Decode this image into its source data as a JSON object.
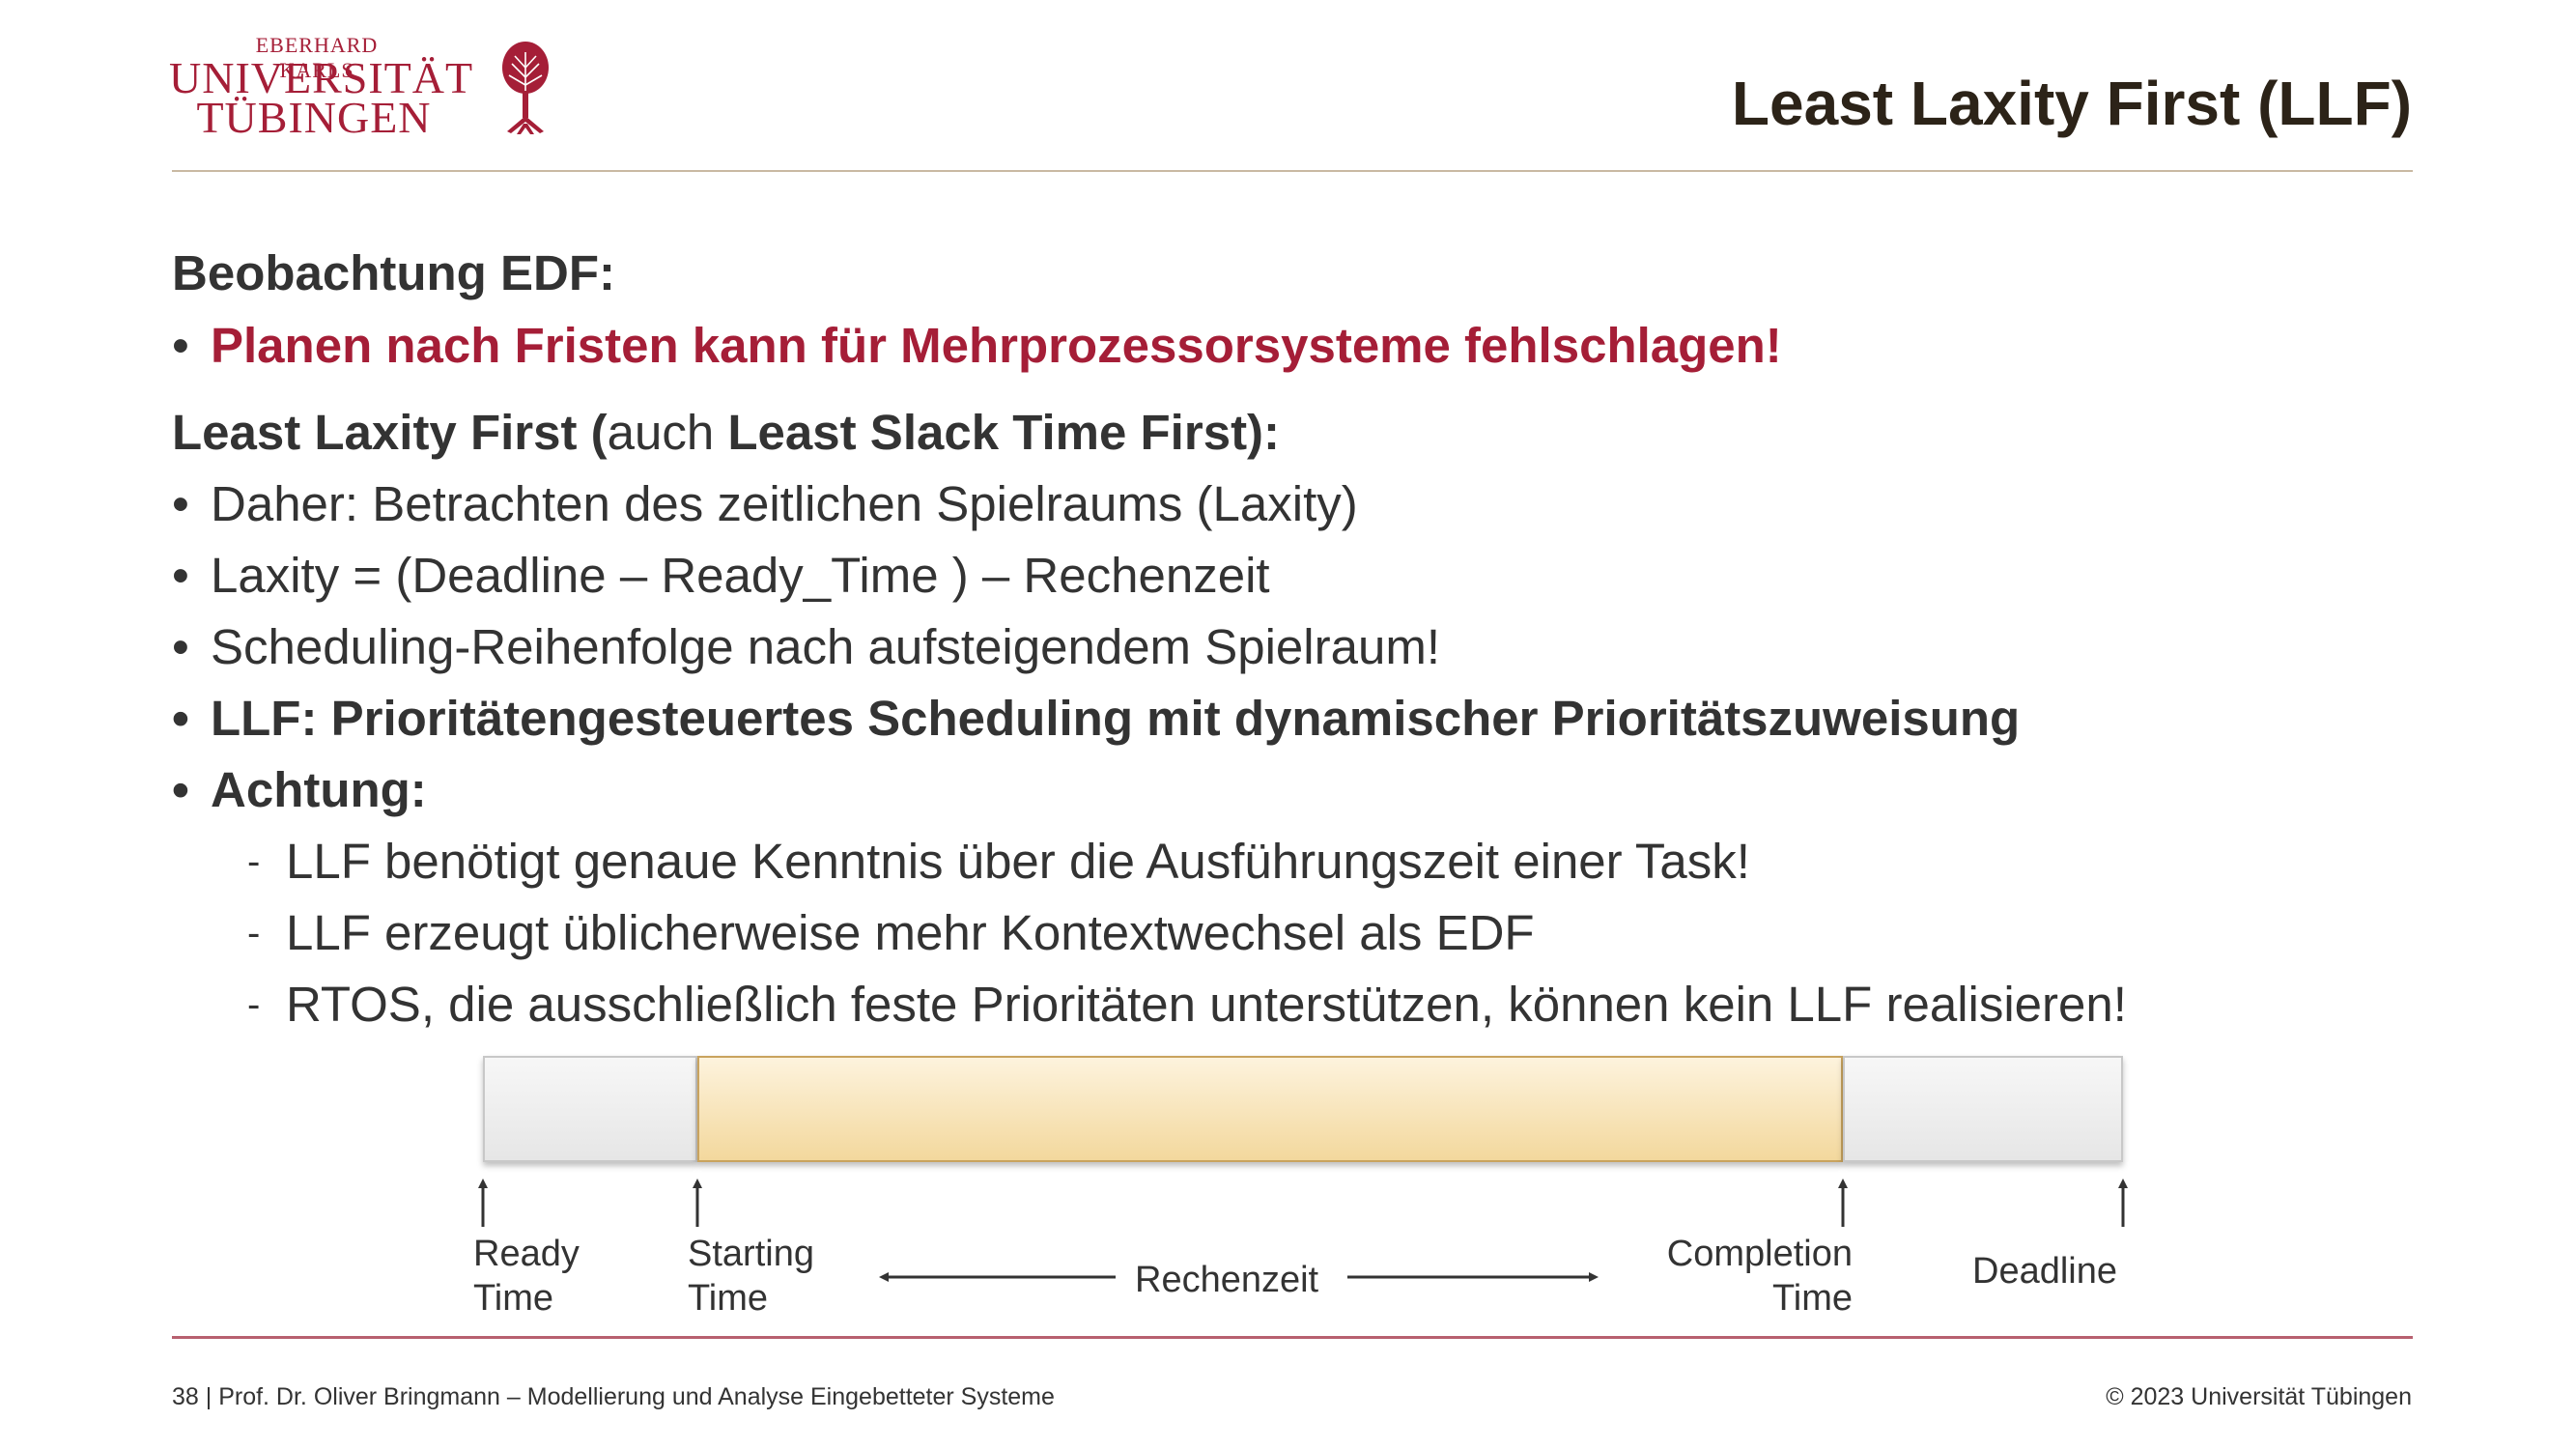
{
  "header": {
    "logo_line1": "EBERHARD KARLS",
    "logo_line2": "UNIVERSITÄT",
    "logo_line3": "TÜBINGEN",
    "logo_icon": "tree-icon",
    "title": "Least Laxity First (LLF)"
  },
  "content": {
    "obs_heading": "Beobachtung EDF:",
    "obs_bullet": "Planen nach Fristen kann für Mehrprozessorsysteme fehlschlagen!",
    "llf_heading_a": "Least Laxity First (",
    "llf_heading_b": "auch ",
    "llf_heading_c": "Least Slack Time First):",
    "bullets": [
      "Daher: Betrachten des zeitlichen Spielraums (Laxity)",
      "Laxity = (Deadline – Ready_Time ) – Rechenzeit",
      "Scheduling-Reihenfolge nach aufsteigendem Spielraum!",
      "LLF: Prioritätengesteuertes Scheduling mit dynamischer Prioritätszuweisung",
      "Achtung:"
    ],
    "sub_bullets": [
      "LLF benötigt genaue Kenntnis über die Ausführungszeit einer Task!",
      "LLF erzeugt üblicherweise mehr Kontextwechsel als EDF",
      "RTOS, die ausschließlich feste Prioritäten unterstützen, können kein LLF realisieren!"
    ]
  },
  "timeline": {
    "labels": {
      "ready": "Ready\nTime",
      "starting": "Starting\nTime",
      "rechenzeit": "Rechenzeit",
      "completion": "Completion\nTime",
      "deadline": "Deadline"
    },
    "colors": {
      "gray_segment": "#e6e6e6",
      "compute_segment": "#f3d89d",
      "arrow": "#333333"
    }
  },
  "footer": {
    "left": "38 | Prof. Dr. Oliver Bringmann – Modellierung und Analyse Eingebetteter Systeme",
    "right": "© 2023 Universität Tübingen"
  }
}
